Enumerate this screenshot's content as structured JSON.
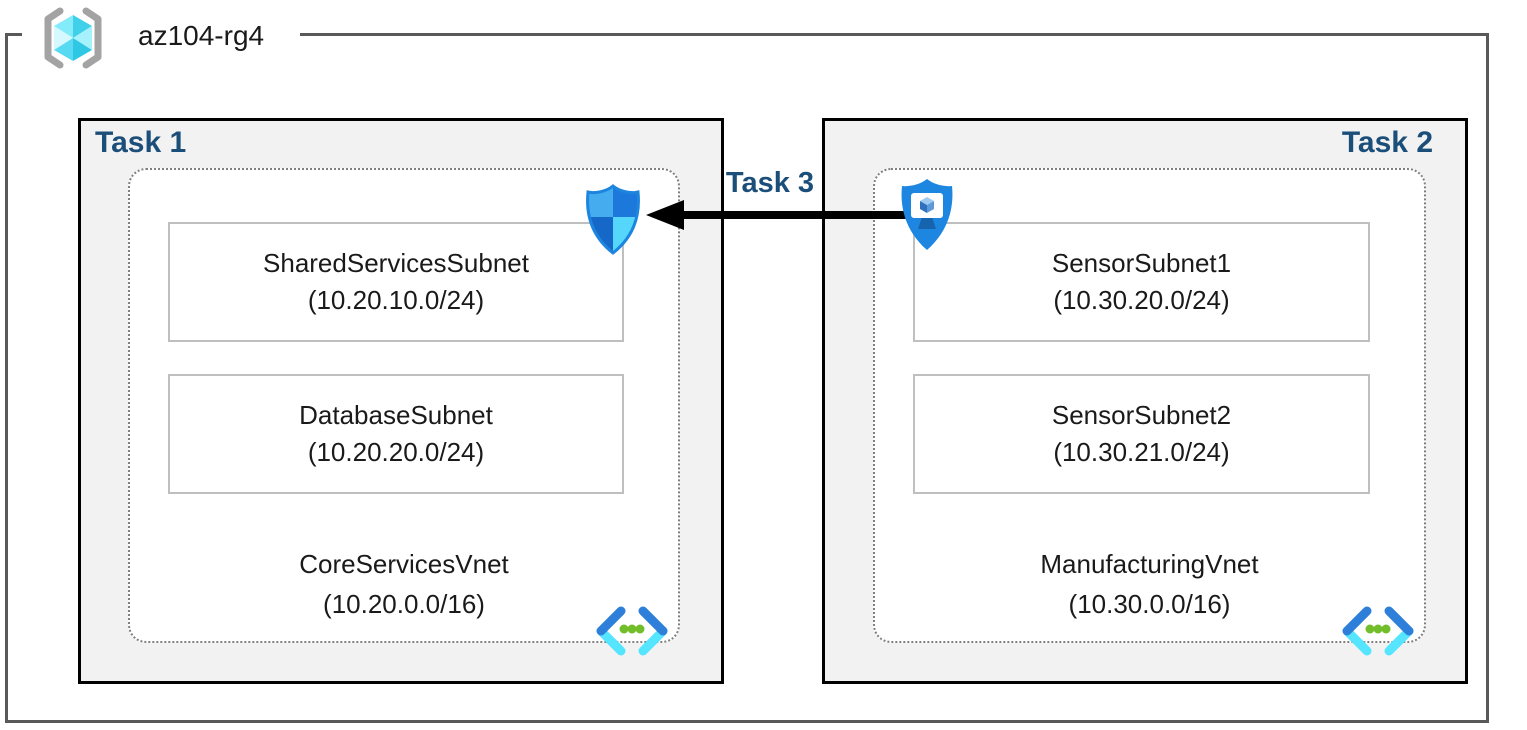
{
  "resource_group": {
    "label": "az104-rg4"
  },
  "tasks": [
    {
      "label": "Task 1",
      "vnet": {
        "name": "CoreServicesVnet",
        "cidr": "(10.20.0.0/16)",
        "subnets": [
          {
            "name": "SharedServicesSubnet",
            "cidr": "(10.20.10.0/24)"
          },
          {
            "name": "DatabaseSubnet",
            "cidr": "(10.20.20.0/24)"
          }
        ]
      }
    },
    {
      "label": "Task 2",
      "vnet": {
        "name": "ManufacturingVnet",
        "cidr": "(10.30.0.0/16)",
        "subnets": [
          {
            "name": "SensorSubnet1",
            "cidr": "(10.30.20.0/24)"
          },
          {
            "name": "SensorSubnet2",
            "cidr": "(10.30.21.0/24)"
          }
        ]
      }
    }
  ],
  "connection": {
    "label": "Task 3"
  },
  "icons": {
    "resource_group": "resource-group-icon",
    "network_security": "network-security-shield-icon",
    "bastion": "bastion-shield-icon",
    "virtual_network": "virtual-network-icon"
  },
  "colors": {
    "task_label": "#1B4E79",
    "frame_border": "#595959",
    "task_box_border": "#000000",
    "task_box_fill": "#F2F2F2",
    "dashed_border": "#7F7F7F",
    "subnet_box_border": "#BFBFBF",
    "arrow": "#000000",
    "shield_blue": "#1C78DA",
    "vnet_chevron_blue": "#2E7FD9",
    "vnet_chevron_cyan": "#55E5FF",
    "vnet_dots_green": "#72BE2A"
  }
}
